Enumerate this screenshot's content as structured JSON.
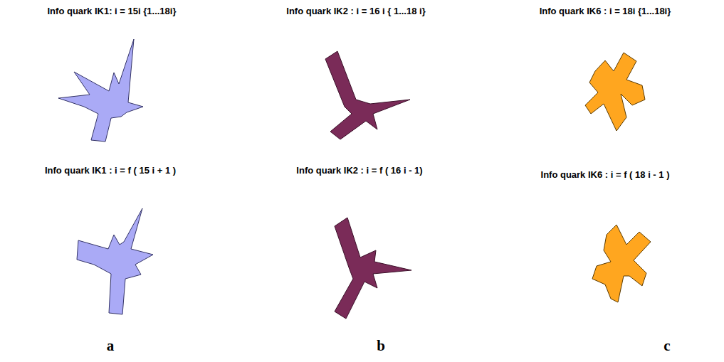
{
  "diagram": {
    "labels": [
      "Info quark IK1: i = 15i {1...18i}",
      "Info quark IK2 : i = 16 i { 1...18 i}",
      "Info quark IK6 : i = 18i {1...18i}",
      "Info quark IK1 : i = f ( 15 i + 1 )",
      "Info quark IK2 : i = f ( 16 i - 1)",
      "Info quark IK6 : i = f ( 18 i - 1 )",
      "a",
      "b",
      "c"
    ]
  }
}
